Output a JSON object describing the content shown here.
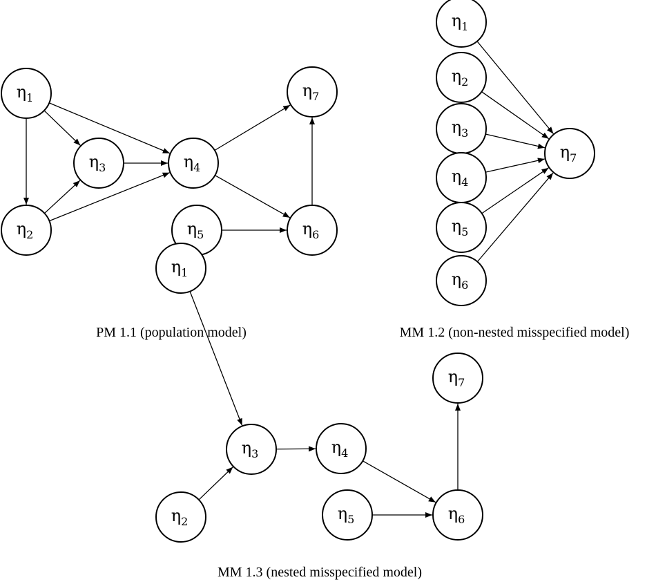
{
  "diagrams": [
    {
      "id": "pm11",
      "caption": "PM 1.1 (population model)",
      "nodes": [
        {
          "id": "n1",
          "sym": "η",
          "sub": "1"
        },
        {
          "id": "n2",
          "sym": "η",
          "sub": "2"
        },
        {
          "id": "n3",
          "sym": "η",
          "sub": "3"
        },
        {
          "id": "n4",
          "sym": "η",
          "sub": "4"
        },
        {
          "id": "n5",
          "sym": "η",
          "sub": "5"
        },
        {
          "id": "n6",
          "sym": "η",
          "sub": "6"
        },
        {
          "id": "n7",
          "sym": "η",
          "sub": "7"
        }
      ],
      "edges": [
        [
          "n1",
          "n2"
        ],
        [
          "n1",
          "n3"
        ],
        [
          "n1",
          "n4"
        ],
        [
          "n2",
          "n3"
        ],
        [
          "n2",
          "n4"
        ],
        [
          "n3",
          "n4"
        ],
        [
          "n4",
          "n7"
        ],
        [
          "n4",
          "n6"
        ],
        [
          "n5",
          "n6"
        ],
        [
          "n6",
          "n7"
        ]
      ]
    },
    {
      "id": "mm12",
      "caption": "MM 1.2 (non-nested misspecified model)",
      "nodes": [
        {
          "id": "n1",
          "sym": "η",
          "sub": "1"
        },
        {
          "id": "n2",
          "sym": "η",
          "sub": "2"
        },
        {
          "id": "n3",
          "sym": "η",
          "sub": "3"
        },
        {
          "id": "n4",
          "sym": "η",
          "sub": "4"
        },
        {
          "id": "n5",
          "sym": "η",
          "sub": "5"
        },
        {
          "id": "n6",
          "sym": "η",
          "sub": "6"
        },
        {
          "id": "n7",
          "sym": "η",
          "sub": "7"
        }
      ],
      "edges": [
        [
          "n1",
          "n7"
        ],
        [
          "n2",
          "n7"
        ],
        [
          "n3",
          "n7"
        ],
        [
          "n4",
          "n7"
        ],
        [
          "n5",
          "n7"
        ],
        [
          "n6",
          "n7"
        ]
      ]
    },
    {
      "id": "mm13",
      "caption": "MM 1.3 (nested misspecified model)",
      "nodes": [
        {
          "id": "n1",
          "sym": "η",
          "sub": "1"
        },
        {
          "id": "n2",
          "sym": "η",
          "sub": "2"
        },
        {
          "id": "n3",
          "sym": "η",
          "sub": "3"
        },
        {
          "id": "n4",
          "sym": "η",
          "sub": "4"
        },
        {
          "id": "n5",
          "sym": "η",
          "sub": "5"
        },
        {
          "id": "n6",
          "sym": "η",
          "sub": "6"
        },
        {
          "id": "n7",
          "sym": "η",
          "sub": "7"
        }
      ],
      "edges": [
        [
          "n1",
          "n3"
        ],
        [
          "n2",
          "n3"
        ],
        [
          "n3",
          "n4"
        ],
        [
          "n4",
          "n6"
        ],
        [
          "n5",
          "n6"
        ],
        [
          "n6",
          "n7"
        ]
      ]
    }
  ]
}
